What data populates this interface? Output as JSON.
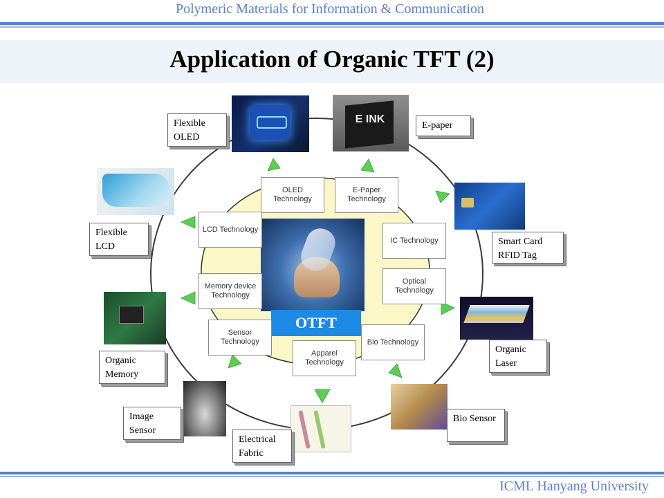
{
  "header": {
    "course_title": "Polymeric Materials for Information & Communication",
    "slide_title": "Application of Organic TFT (2)"
  },
  "footer": {
    "institution": "ICML Hanyang University"
  },
  "center": {
    "label": "OTFT"
  },
  "technologies": {
    "oled": "OLED Technology",
    "epaper": "E-Paper Technology",
    "lcd": "LCD Technology",
    "ic": "IC Technology",
    "memory": "Memory device Technology",
    "optical": "Optical Technology",
    "sensor": "Sensor Technology",
    "bio": "Bio Technology",
    "apparel": "Apparel Technology"
  },
  "applications": {
    "flexible_oled": "Flexible OLED",
    "epaper": "E-paper",
    "flexible_lcd": "Flexible LCD",
    "smart_card": "Smart Card RFID Tag",
    "organic_memory": "Organic Memory",
    "organic_laser": "Organic Laser",
    "image_sensor": "Image Sensor",
    "electrical_fabric": "Electrical Fabric",
    "bio_sensor": "Bio Sensor"
  },
  "photo_text": {
    "eink": "E INK"
  },
  "colors": {
    "header_blue": "#5b7fd0",
    "otft_blue": "#1e8ae6",
    "arrow_green": "#5ccd57",
    "core_fill": "#fbf7c6"
  }
}
